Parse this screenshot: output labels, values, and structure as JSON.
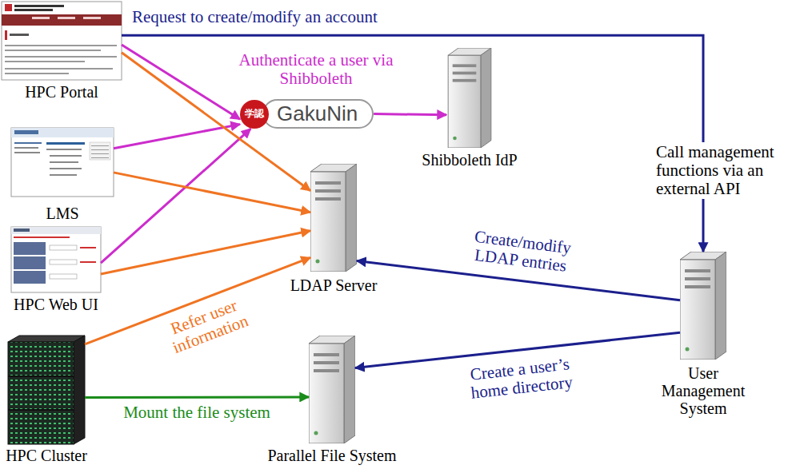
{
  "diagram": {
    "nodes": [
      {
        "text": [
          "HPC Portal"
        ]
      },
      {
        "text": [
          "学認",
          "GakuNin"
        ]
      },
      {
        "text": [
          "LMS"
        ]
      },
      {
        "text": [
          "Shibboleth IdP"
        ]
      },
      {
        "text": [
          "HPC Web UI"
        ]
      },
      {
        "text": [
          "LDAP Server"
        ]
      },
      {
        "text": [
          "HPC Cluster"
        ]
      },
      {
        "text": [
          "Parallel File System"
        ]
      },
      {
        "text": [
          "User Management System"
        ]
      }
    ],
    "edges": [
      {
        "from": 0,
        "to": 8,
        "arrow": "to",
        "label": "Request to create/modify an account"
      },
      {
        "from": 0,
        "to": 1,
        "arrow": "to",
        "label": "Authenticate a user via Shibboleth"
      },
      {
        "from": 1,
        "to": 3,
        "arrow": "to"
      },
      {
        "from": 2,
        "to": 1,
        "arrow": "to"
      },
      {
        "from": 4,
        "to": 1,
        "arrow": "to"
      },
      {
        "from": 0,
        "to": 5,
        "arrow": "to"
      },
      {
        "from": 2,
        "to": 5,
        "arrow": "to"
      },
      {
        "from": 4,
        "to": 5,
        "arrow": "to"
      },
      {
        "from": 6,
        "to": 5,
        "arrow": "to",
        "label": "Refer user information"
      },
      {
        "from": 8,
        "to": 5,
        "arrow": "to",
        "label": "Create/modify LDAP entries"
      },
      {
        "from": 8,
        "to": 7,
        "arrow": "to",
        "label": "Create a user’s home directory"
      },
      {
        "from": 6,
        "to": 7,
        "arrow": "to",
        "label": "Mount the file system"
      }
    ],
    "labels": [
      "Call management functions via an external API"
    ]
  }
}
